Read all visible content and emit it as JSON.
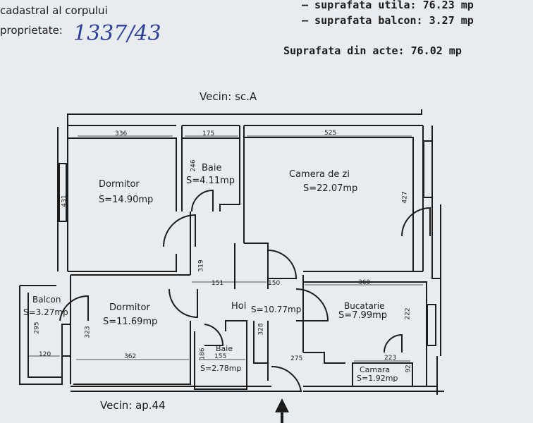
{
  "header": {
    "left_line1": "cadastral al corpului",
    "left_line2": "proprietate:",
    "handwritten_number": "1337/43",
    "right_line1": "– suprafata utila: 76.23 mp",
    "right_line2": "– suprafata balcon: 3.27 mp",
    "acte": "Suprafata din acte: 76.02 mp"
  },
  "neighbors": {
    "top": "Vecin: sc.A",
    "bottom": "Vecin: ap.44"
  },
  "rooms": {
    "dormitor1": {
      "name": "Dormitor",
      "area": "S=14.90mp"
    },
    "baie1": {
      "name": "Baie",
      "area": "S=4.11mp"
    },
    "camera": {
      "name": "Camera de zi",
      "area": "S=22.07mp"
    },
    "balcon": {
      "name": "Balcon",
      "area": "S=3.27mp"
    },
    "dormitor2": {
      "name": "Dormitor",
      "area": "S=11.69mp"
    },
    "hol": {
      "name": "Hol",
      "area": "S=10.77mp"
    },
    "bucatarie": {
      "name": "Bucatarie",
      "area": "S=7.99mp"
    },
    "baie2": {
      "name": "Baie",
      "area": "S=2.78mp"
    },
    "camara": {
      "name": "Camara",
      "area": "S=1.92mp"
    }
  },
  "dimensions": {
    "d336": "336",
    "d175": "175",
    "d525": "525",
    "d246": "246",
    "d431": "431",
    "d427": "427",
    "d319": "319",
    "d151": "151",
    "d150": "150",
    "d360": "360",
    "d295": "295",
    "d323": "323",
    "d328": "328",
    "d222": "222",
    "d120": "120",
    "d362": "362",
    "d186": "186",
    "d155": "155",
    "d275": "275",
    "d223": "223",
    "d92": "92"
  },
  "colors": {
    "wall": "#1c1c1c",
    "paper": "#e9ecef",
    "handwriting": "#2b3f9c"
  },
  "icons": [
    "entrance-arrow-icon"
  ]
}
